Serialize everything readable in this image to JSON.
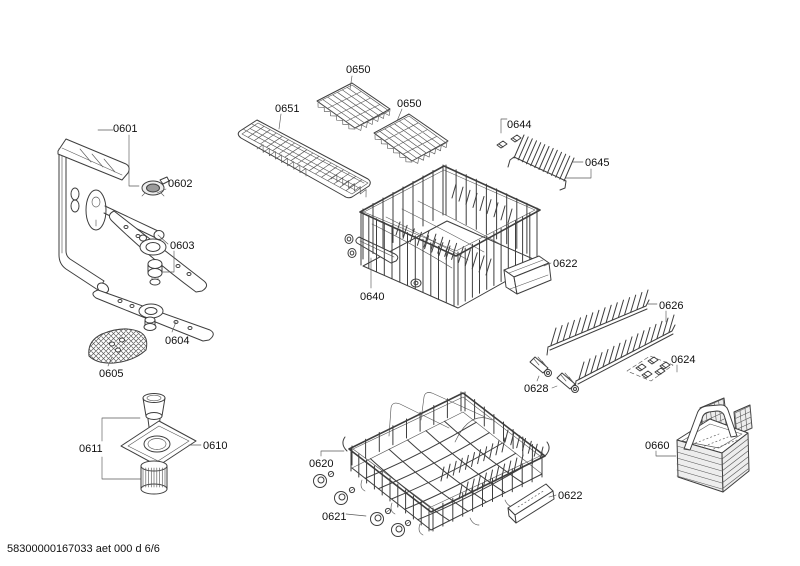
{
  "diagram": {
    "footer_code": "58300000167033 aet 000 d 6/6",
    "labels": {
      "l0601": "0601",
      "l0602": "0602",
      "l0603": "0603",
      "l0604": "0604",
      "l0605": "0605",
      "l0610": "0610",
      "l0611": "0611",
      "l0620": "0620",
      "l0621": "0621",
      "l0622a": "0622",
      "l0622b": "0622",
      "l0624": "0624",
      "l0626": "0626",
      "l0628": "0628",
      "l0640": "0640",
      "l0644": "0644",
      "l0645": "0645",
      "l0650a": "0650",
      "l0650b": "0650",
      "l0651": "0651",
      "l0660": "0660"
    }
  },
  "colors": {
    "line": "#3e3e3e",
    "text": "#101010",
    "background": "#ffffff"
  }
}
